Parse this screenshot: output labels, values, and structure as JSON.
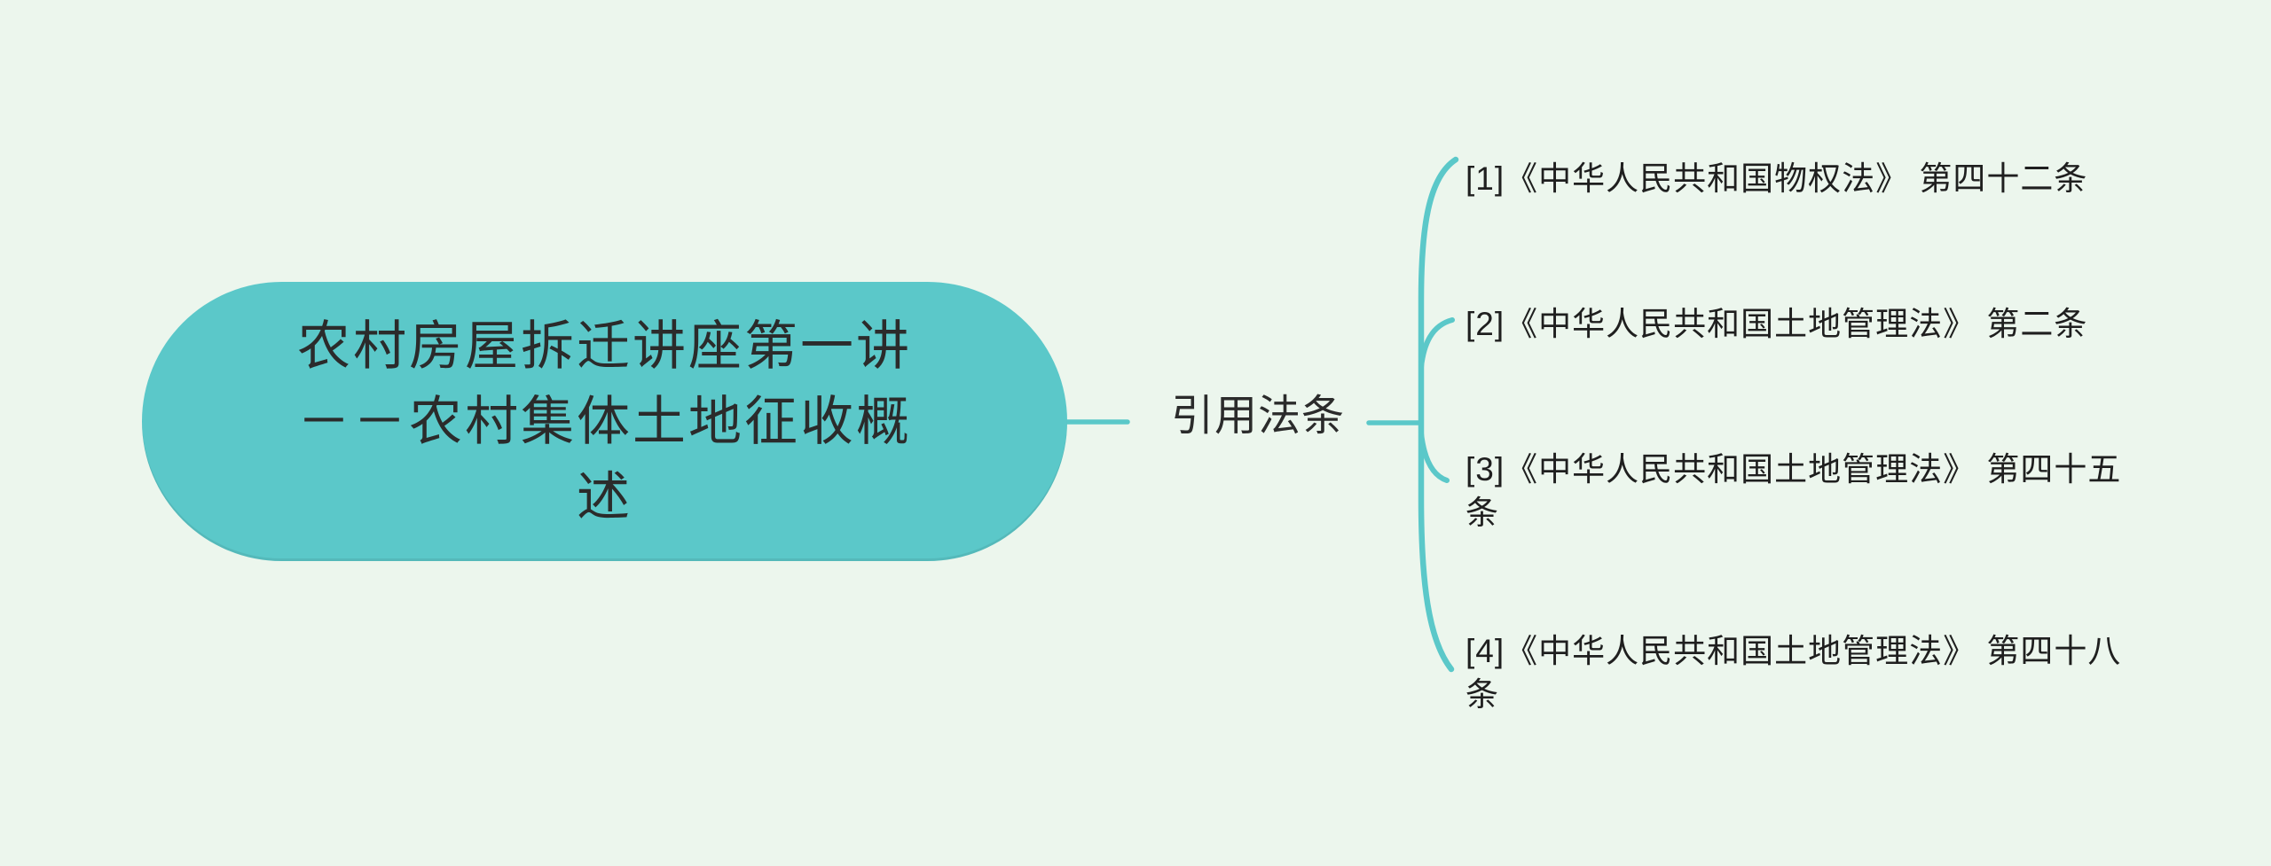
{
  "colors": {
    "background": "#ECF6ED",
    "accent_teal": "#5BC8C9",
    "root_text": "#2B2B2B",
    "child_text": "#1F1F1F"
  },
  "root": {
    "title": "农村房屋拆迁讲座第一讲－－农村集体土地征收概述",
    "title_lines": {
      "0": "农村房屋拆迁讲座第一讲",
      "1": "－－农村集体土地征收概",
      "2": "述"
    }
  },
  "branch": {
    "label": "引用法条",
    "items": [
      {
        "label": "[1]《中华人民共和国物权法》 第四十二条",
        "display_lines": {
          "0": "[1]《中华人民共和国物权法》 第四十二条",
          "1": ""
        }
      },
      {
        "label": "[2]《中华人民共和国土地管理法》 第二条",
        "display_lines": {
          "0": "[2]《中华人民共和国土地管理法》 第二条",
          "1": ""
        }
      },
      {
        "label": "[3]《中华人民共和国土地管理法》 第四十五条",
        "display_lines": {
          "0": "[3]《中华人民共和国土地管理法》 第四十五",
          "1": "条"
        }
      },
      {
        "label": "[4]《中华人民共和国土地管理法》 第四十八条",
        "display_lines": {
          "0": "[4]《中华人民共和国土地管理法》 第四十八",
          "1": "条"
        }
      }
    ]
  }
}
